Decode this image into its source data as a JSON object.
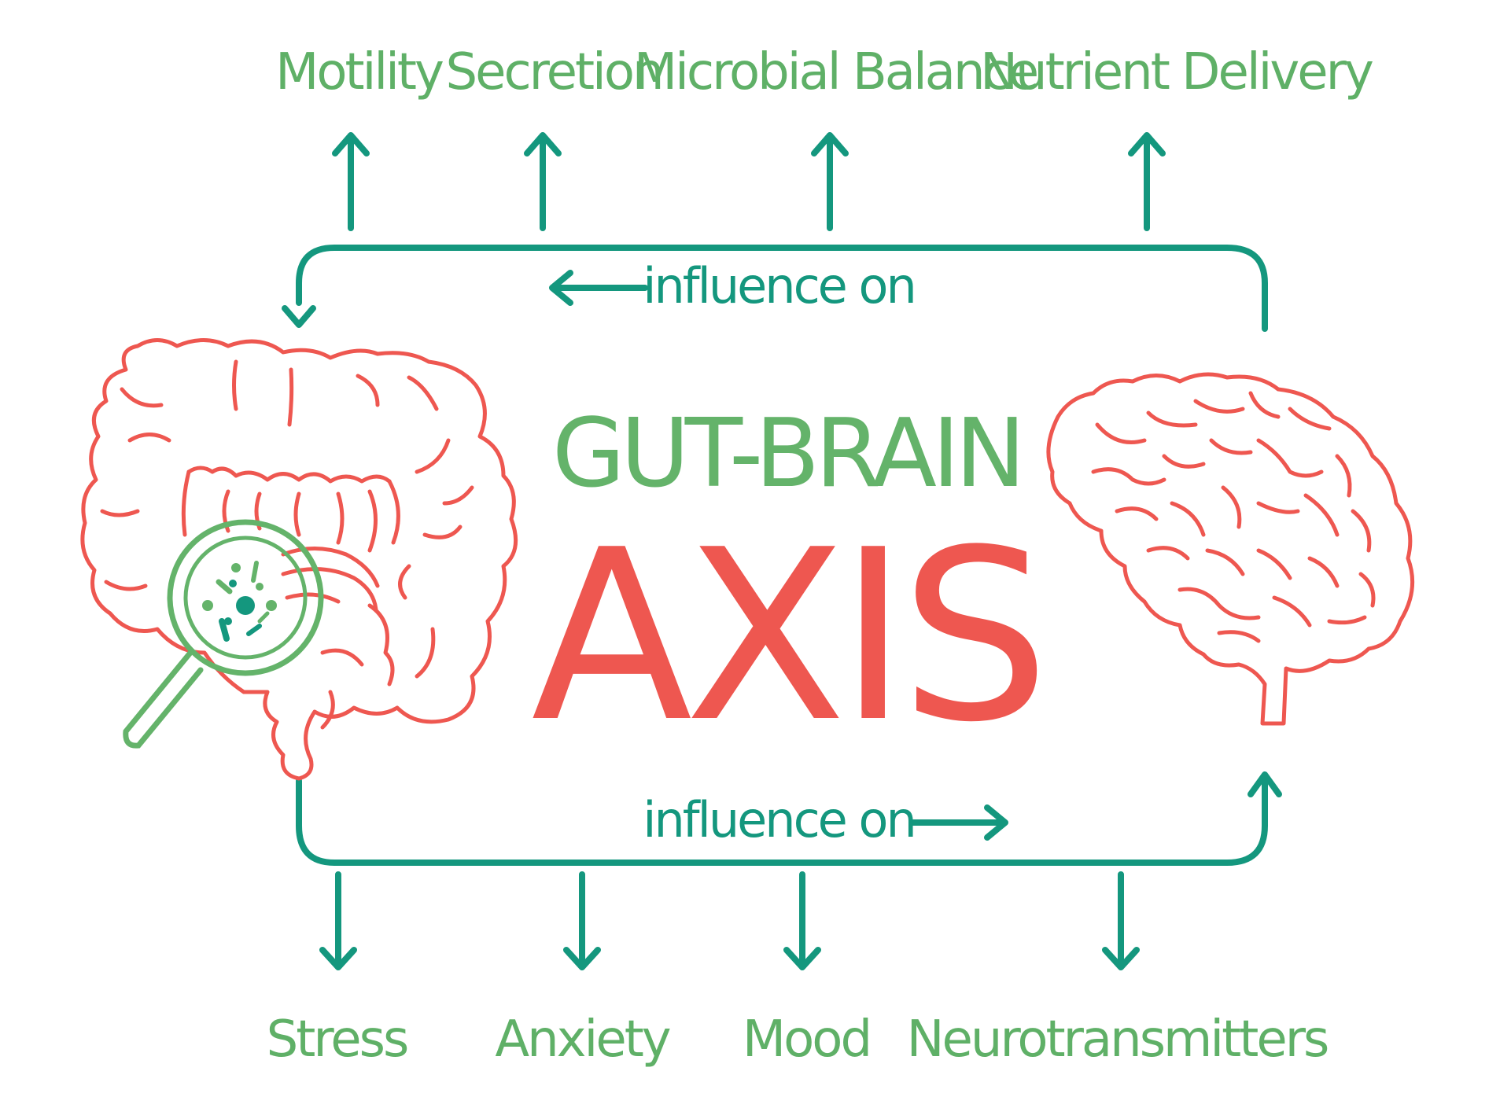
{
  "title": {
    "line1": "GUT-BRAIN",
    "line2": "AXIS"
  },
  "top_effects": [
    "Motility",
    "Secretion",
    "Microbial Balance",
    "Nutrient Delivery"
  ],
  "bottom_effects": [
    "Stress",
    "Anxiety",
    "Mood",
    "Neurotransmitters"
  ],
  "influence_top": "influence on",
  "influence_bottom": "influence on",
  "colors": {
    "teal": "#14977e",
    "green_text": "#5fb067",
    "organ_red": "#ee5750",
    "magnifier_green": "#64b36a"
  },
  "icons": [
    "intestine-icon",
    "magnifier-icon",
    "bacteria-icon",
    "brain-icon"
  ]
}
